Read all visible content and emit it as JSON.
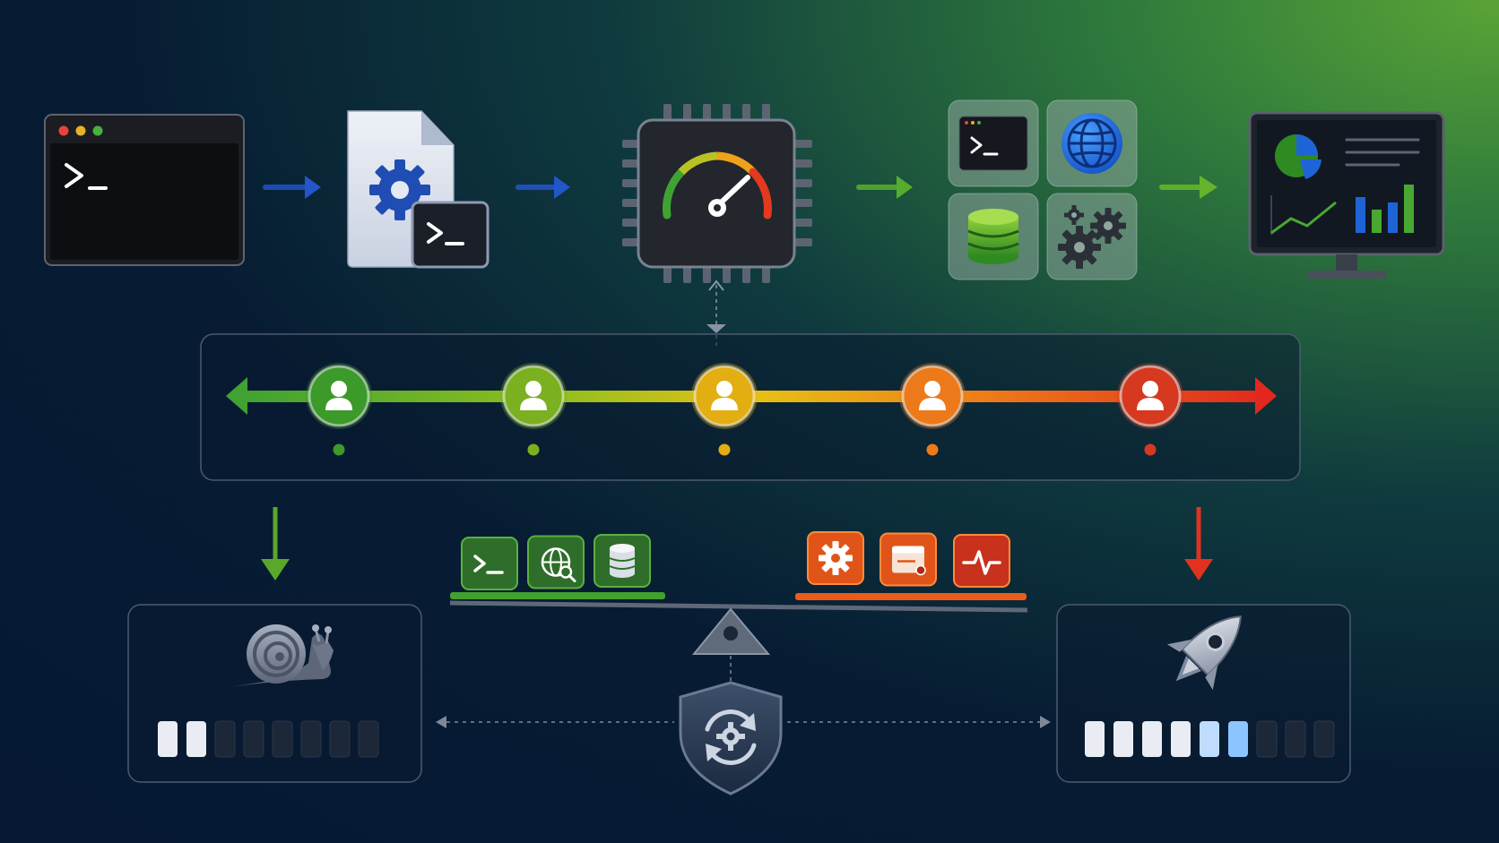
{
  "diagram": {
    "top_flow": [
      {
        "id": "terminal-window",
        "icon": "terminal-icon",
        "glyph": ">_"
      },
      {
        "id": "config-script-file",
        "icon": "gear-file-icon",
        "glyph": ">_"
      },
      {
        "id": "processor-chip",
        "icon": "speedometer-chip-icon"
      },
      {
        "id": "service-tiles",
        "icon": "services-grid-icon",
        "tiles": [
          "terminal-icon",
          "globe-icon",
          "database-icon",
          "gears-icon"
        ]
      },
      {
        "id": "monitor-dashboard",
        "icon": "dashboard-monitor-icon"
      }
    ],
    "flow_arrow_colors": [
      "#1f4fb8",
      "#1f4fb8",
      "#4fa12c",
      "#5fae2a"
    ],
    "user_scale": {
      "users": [
        {
          "color": "#3b9a2a",
          "icon": "user-icon"
        },
        {
          "color": "#7bb020",
          "icon": "user-icon"
        },
        {
          "color": "#e3ae12",
          "icon": "user-icon"
        },
        {
          "color": "#ec7a1a",
          "icon": "user-icon"
        },
        {
          "color": "#d6391f",
          "icon": "user-icon"
        }
      ],
      "arrow_left_color": "#3fa232",
      "arrow_right_color": "#e2281e"
    },
    "balance": {
      "left_blocks": [
        {
          "icon": "terminal-icon",
          "glyph": ">_",
          "color": "#2e6e2a"
        },
        {
          "icon": "globe-search-icon",
          "color": "#2e6e2a"
        },
        {
          "icon": "database-icon",
          "color": "#2e6e2a"
        }
      ],
      "right_blocks": [
        {
          "icon": "gear-icon",
          "color": "#e0541a"
        },
        {
          "icon": "browser-window-icon",
          "color": "#e0541a"
        },
        {
          "icon": "pulse-icon",
          "color": "#c8311c"
        }
      ]
    },
    "slow_panel": {
      "icon": "snail-icon",
      "level": 2,
      "total": 8
    },
    "fast_panel": {
      "icon": "rocket-icon",
      "level": 6,
      "total": 9
    },
    "center_shield": {
      "icon": "shield-sync-gear-icon"
    }
  }
}
